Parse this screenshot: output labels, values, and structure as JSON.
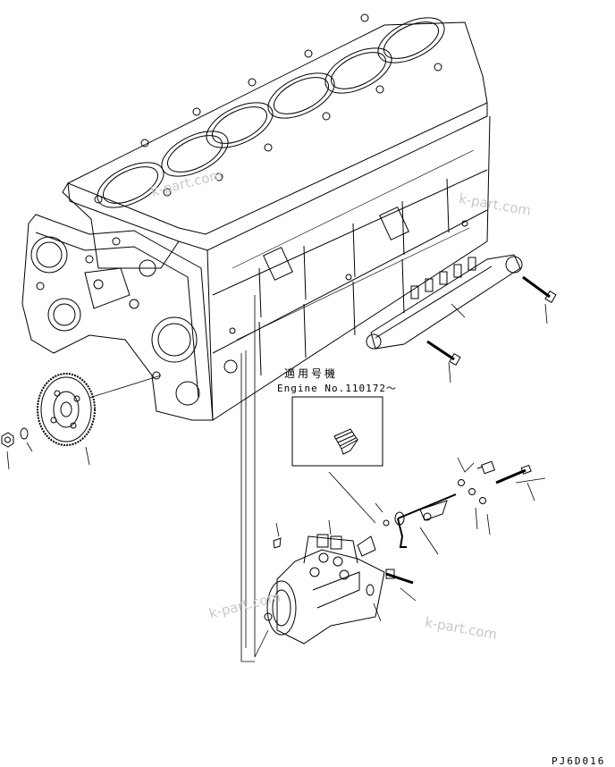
{
  "diagram": {
    "applicability_label": "適用号機",
    "engine_serial_label": "Engine No.110172～",
    "drawing_code": "PJ6D016",
    "watermarks": [
      "k-part.com",
      "k-part.com",
      "k-part.com",
      "k-part.com"
    ]
  },
  "colors": {
    "line": "#000000",
    "background": "#ffffff",
    "watermark": "#c8c8c8"
  }
}
